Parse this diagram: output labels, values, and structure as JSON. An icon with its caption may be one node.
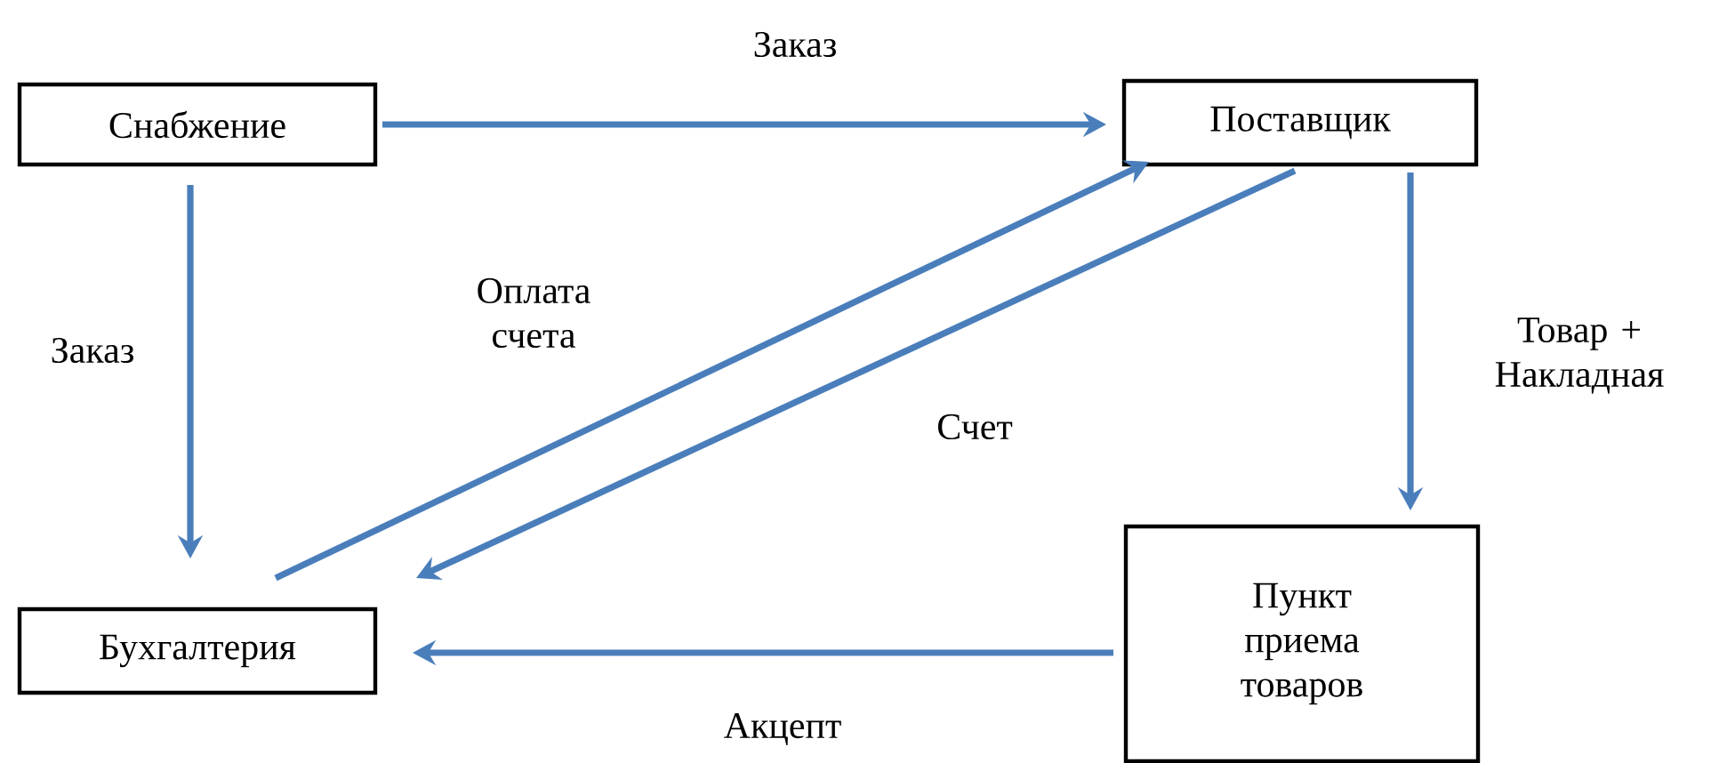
{
  "diagram": {
    "nodes": [
      {
        "text": [
          "Снабжение"
        ]
      },
      {
        "text": [
          "Поставщик"
        ]
      },
      {
        "text": [
          "Бухгалтерия"
        ]
      },
      {
        "text": [
          "Пункт приема товаров"
        ]
      }
    ],
    "edges": [
      {
        "from": 0,
        "to": 1,
        "arrow": "to",
        "label": "Заказ"
      },
      {
        "from": 0,
        "to": 2,
        "arrow": "to",
        "label": "Заказ"
      },
      {
        "from": 2,
        "to": 1,
        "arrow": "to",
        "label": "Оплата счета"
      },
      {
        "from": 1,
        "to": 2,
        "arrow": "to",
        "label": "Счет"
      },
      {
        "from": 1,
        "to": 3,
        "arrow": "to",
        "label": "Товар + Накладная"
      },
      {
        "from": 3,
        "to": 2,
        "arrow": "to",
        "label": "Акцепт"
      }
    ]
  }
}
